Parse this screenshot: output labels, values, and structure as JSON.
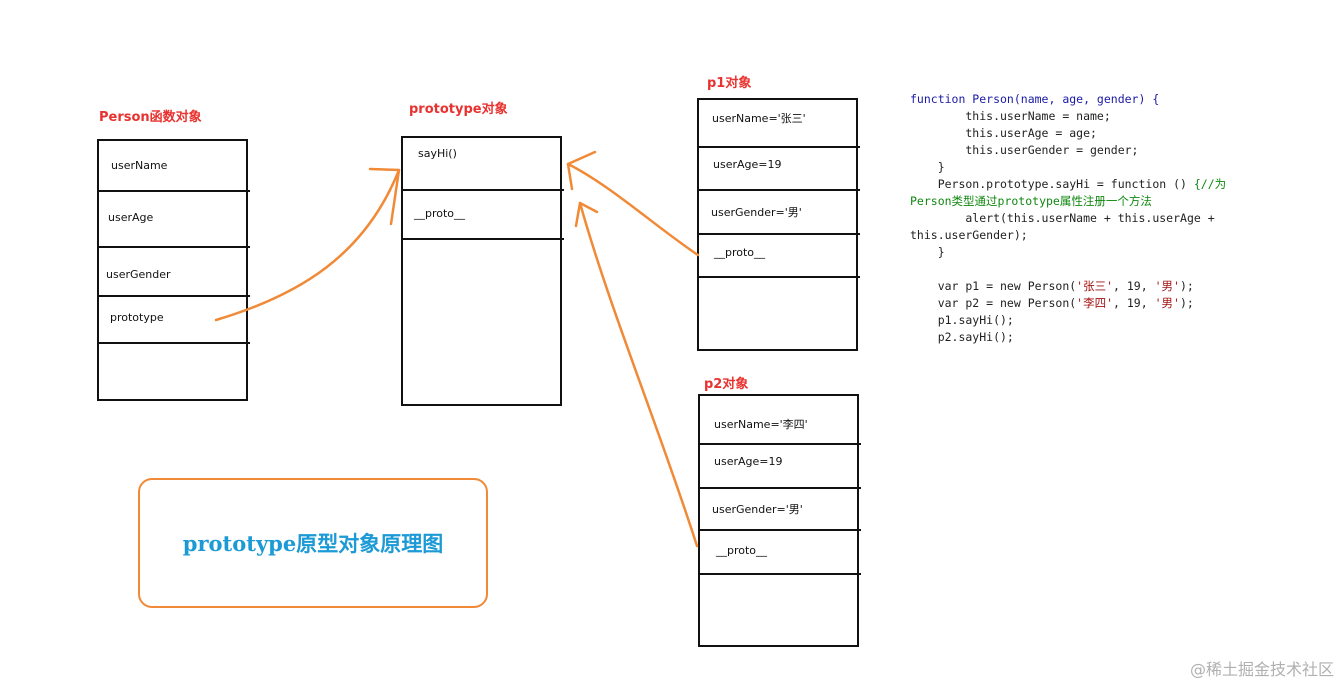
{
  "person_function": {
    "title": "Person函数对象",
    "fields": [
      "userName",
      "userAge",
      "userGender",
      "prototype"
    ]
  },
  "prototype_object": {
    "title": "prototype对象",
    "fields": [
      "sayHi()",
      "__proto__"
    ]
  },
  "p1_object": {
    "title": "p1对象",
    "fields": [
      "userName='张三'",
      "userAge=19",
      "userGender='男'",
      "__proto__"
    ]
  },
  "p2_object": {
    "title": "p2对象",
    "fields": [
      "userName='李四'",
      "userAge=19",
      "userGender='男'",
      "__proto__"
    ]
  },
  "legend": {
    "text": "prototype原型对象原理图"
  },
  "code": {
    "line1": "function Person(name, age, gender) {",
    "line2": "        this.userName = name;",
    "line3": "        this.userAge = age;",
    "line4": "        this.userGender = gender;",
    "line5": "    }",
    "line6a": "    Person.prototype.sayHi = function () ",
    "line6b": "{//为",
    "line7": "Person类型通过prototype属性注册一个方法",
    "line8": "        alert(this.userName + this.userAge +",
    "line9": "this.userGender);",
    "line10": "    }",
    "line11": "",
    "line12a": "    var p1 = new Person(",
    "line12b": "'张三'",
    "line12c": ", 19, ",
    "line12d": "'男'",
    "line12e": ");",
    "line13a": "    var p2 = new Person(",
    "line13b": "'李四'",
    "line13c": ", 19, ",
    "line13d": "'男'",
    "line13e": ");",
    "line14": "    p1.sayHi();",
    "line15": "    p2.sayHi();"
  },
  "watermark": "@稀土掘金技术社区",
  "colors": {
    "title_red": "#e8322f",
    "arrow_orange": "#f08a37",
    "legend_blue": "#1c9ad6"
  }
}
